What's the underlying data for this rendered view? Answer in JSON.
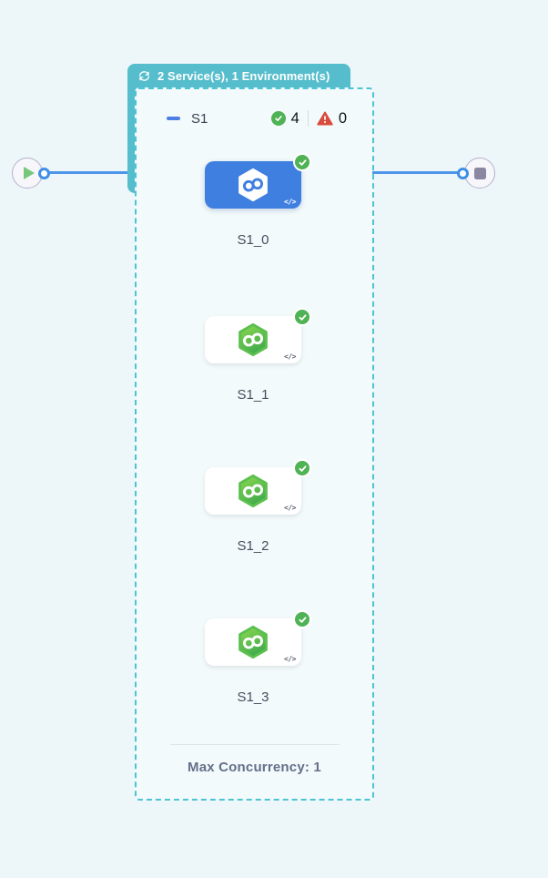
{
  "header_badge": {
    "label": "2 Service(s), 1 Environment(s)"
  },
  "stage": {
    "name": "S1",
    "success_count": "4",
    "failure_count": "0",
    "footer": "Max Concurrency: 1"
  },
  "nodes": [
    {
      "label": "S1_0",
      "status": "success",
      "selected": true
    },
    {
      "label": "S1_1",
      "status": "success",
      "selected": false
    },
    {
      "label": "S1_2",
      "status": "success",
      "selected": false
    },
    {
      "label": "S1_3",
      "status": "success",
      "selected": false
    }
  ],
  "icons": {
    "code_glyph": "</>"
  },
  "colors": {
    "teal_badge": "#56bdcc",
    "dashed_border": "#4cc4d3",
    "selected_blue": "#3f7fe0",
    "line_blue": "#4e96e9",
    "success_green": "#4fb254",
    "error_red": "#d84b3d",
    "canvas_bg": "#edf7f9"
  }
}
